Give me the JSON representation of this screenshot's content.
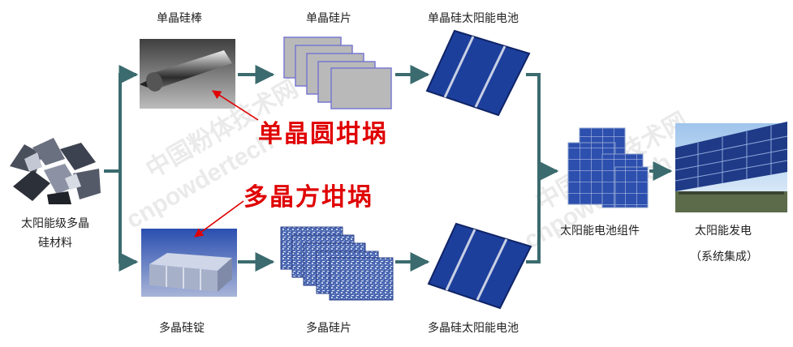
{
  "nodes": {
    "raw_material": "太阳能级多晶硅材料",
    "mono_rod": "单晶硅棒",
    "mono_wafer": "单晶硅片",
    "mono_cell": "单晶硅太阳能电池",
    "poly_ingot": "多晶硅锭",
    "poly_wafer": "多晶硅片",
    "poly_cell": "多晶硅太阳能电池",
    "module": "太阳能电池组件",
    "power_line1": "太阳能发电",
    "power_line2": "（系统集成）"
  },
  "callouts": {
    "mono_crucible": "单晶圆坩埚",
    "poly_crucible": "多晶方坩埚"
  },
  "watermarks": [
    "中国粉体技术网",
    "cnpowdertech"
  ],
  "colors": {
    "arrow": "#3b6b6e",
    "callout": "#e00000",
    "cell_blue": "#1d3f9c",
    "poly_blue": "#4a66b0"
  }
}
